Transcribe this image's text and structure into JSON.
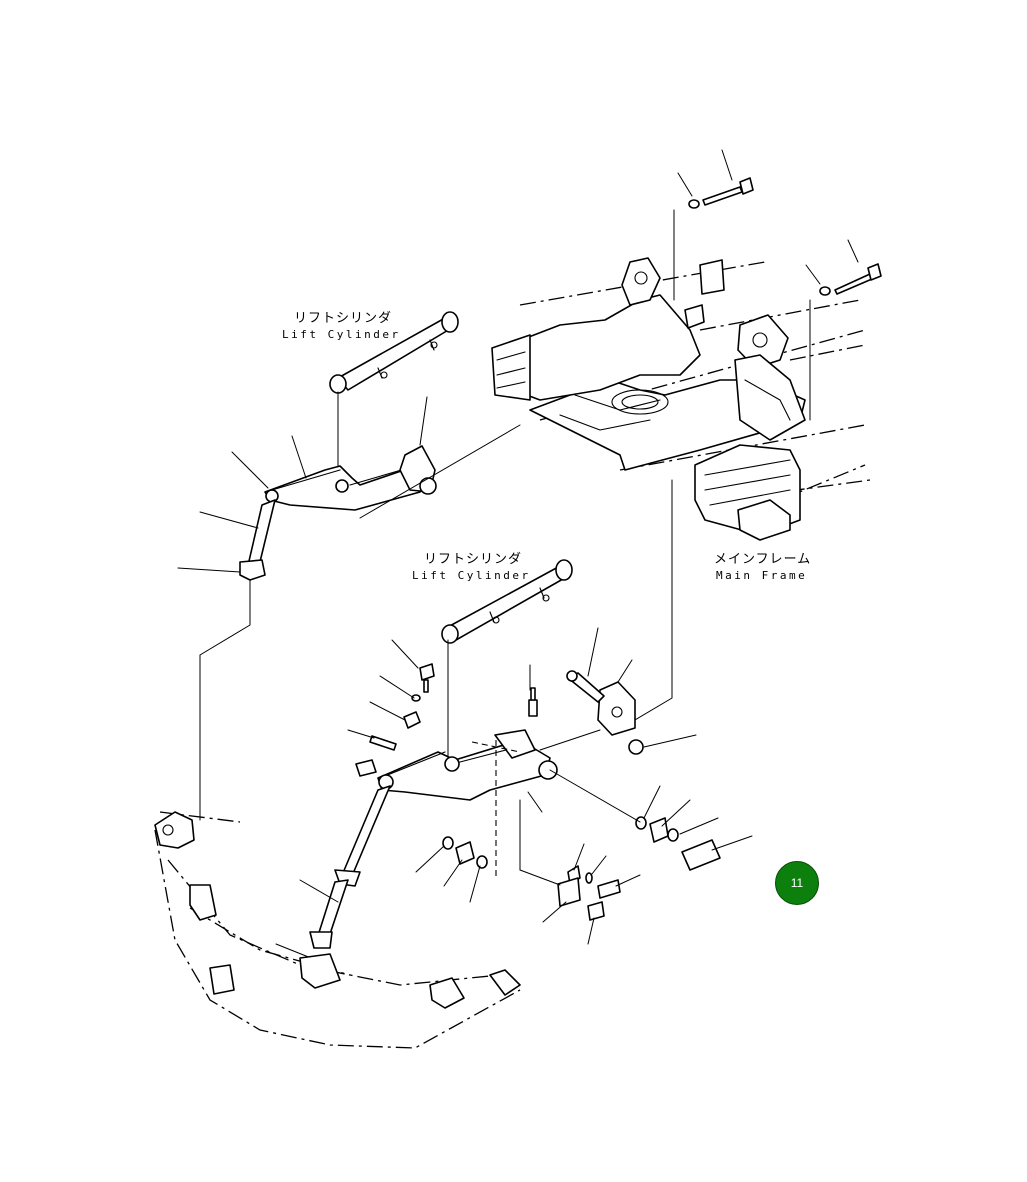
{
  "labels": {
    "upper_cylinder_jp": "リフトシリンダ",
    "upper_cylinder_en": "Lift Cylinder",
    "lower_cylinder_jp": "リフトシリンダ",
    "lower_cylinder_en": "Lift Cylinder",
    "main_frame_jp": "メインフレーム",
    "main_frame_en": "Main Frame"
  },
  "page_badge": {
    "number": "11",
    "color": "#0d7f0d"
  }
}
